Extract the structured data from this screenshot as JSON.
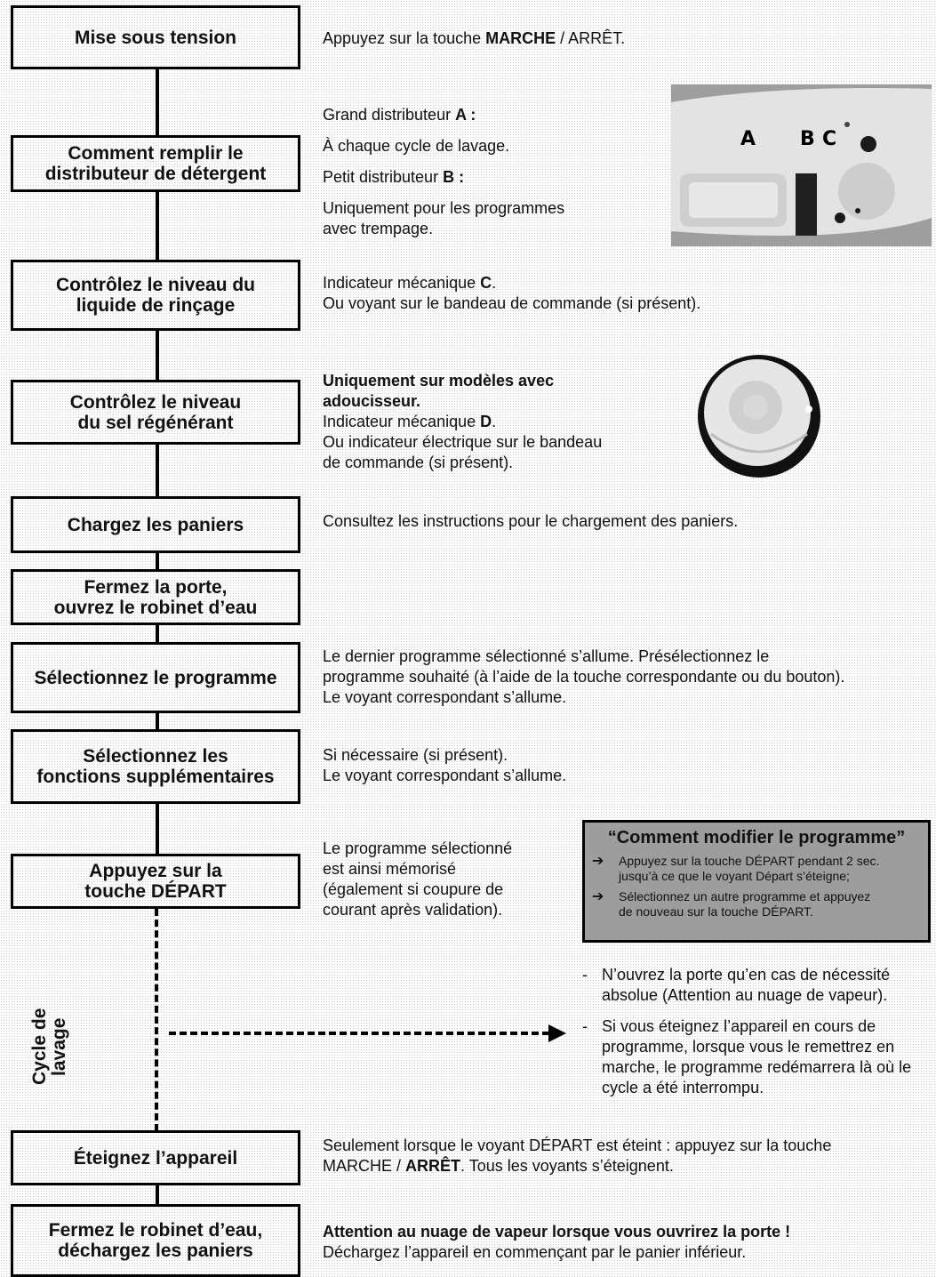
{
  "steps": [
    {
      "title_lines": [
        "Mise sous tension"
      ]
    },
    {
      "title_lines": [
        "Comment remplir le",
        "distributeur de détergent"
      ]
    },
    {
      "title_lines": [
        "Contrôlez le niveau du",
        "liquide de rinçage"
      ]
    },
    {
      "title_lines": [
        "Contrôlez le niveau",
        "du sel régénérant"
      ]
    },
    {
      "title_lines": [
        "Chargez les paniers"
      ]
    },
    {
      "title_lines": [
        "Fermez la porte,",
        "ouvrez le robinet d’eau"
      ]
    },
    {
      "title_lines": [
        "Sélectionnez le programme"
      ]
    },
    {
      "title_lines": [
        "Sélectionnez les",
        "fonctions supplémentaires"
      ]
    },
    {
      "title_lines": [
        "Appuyez sur la",
        "touche DÉPART"
      ]
    },
    {
      "title_lines": [
        "Éteignez l’appareil"
      ]
    },
    {
      "title_lines": [
        "Fermez le robinet d’eau,",
        "déchargez les paniers"
      ]
    }
  ],
  "desc": {
    "d1": {
      "pre": "Appuyez sur la touche ",
      "bold": "MARCHE",
      "post": " / ARRÊT."
    },
    "d2": {
      "l1_pre": "Grand distributeur ",
      "l1_bold": "A :",
      "l2": "À chaque cycle de lavage.",
      "l3_pre": "Petit distributeur ",
      "l3_bold": "B :",
      "l4": "Uniquement pour les programmes",
      "l5": "avec trempage."
    },
    "d3": {
      "l1_pre": "Indicateur mécanique ",
      "l1_bold": "C",
      "l1_post": ".",
      "l2": "Ou voyant sur le bandeau de commande (si présent)."
    },
    "d4": {
      "b1": "Uniquement sur modèles avec",
      "b2": "adoucisseur.",
      "l3_pre": "Indicateur mécanique ",
      "l3_bold": "D",
      "l3_post": ".",
      "l4": "Ou indicateur électrique sur le bandeau",
      "l5": "de commande (si présent)."
    },
    "d5": "Consultez les instructions pour le chargement des paniers.",
    "d7": {
      "l1": "Le dernier programme sélectionné s’allume. Présélectionnez le",
      "l2": "programme souhaité (à l’aide de la touche correspondante ou du bouton).",
      "l3": "Le voyant correspondant s’allume."
    },
    "d8": {
      "l1": "Si nécessaire (si présent).",
      "l2": "Le voyant correspondant s’allume."
    },
    "d9": {
      "l1": "Le programme sélectionné",
      "l2": "est ainsi mémorisé",
      "l3": "(également si coupure de",
      "l4": "courant après validation)."
    },
    "d10": {
      "pre": "Seulement lorsque le voyant DÉPART est éteint : appuyez sur la touche",
      "l2_pre": "MARCHE / ",
      "l2_bold": "ARRÊT",
      "l2_post": ". Tous les voyants s’éteignent."
    },
    "d11": {
      "bold": "Attention au nuage de vapeur lorsque vous ouvrirez la porte !",
      "l2": "Déchargez l’appareil en commençant par le panier inférieur."
    }
  },
  "note": {
    "title": "“Comment modifier le programme”",
    "items": [
      {
        "l1": "Appuyez sur la touche DÉPART pendant 2 sec.",
        "l2": "jusqu’à ce que le voyant Départ s’éteigne;"
      },
      {
        "l1": "Sélectionnez un autre programme et appuyez",
        "l2": "de nouveau sur la touche DÉPART."
      }
    ]
  },
  "cycle_label": {
    "l1": "Cycle de",
    "l2": "lavage"
  },
  "bullets": [
    "N’ouvrez la porte qu’en cas de nécessité absolue (Attention au nuage de vapeur).",
    "Si vous éteignez l’appareil en cours de programme, lorsque vous le remettrez en marche, le programme redémarrera là où le cycle a été interrompu."
  ],
  "photo_labels": {
    "a": "A",
    "b": "B",
    "c": "C"
  }
}
